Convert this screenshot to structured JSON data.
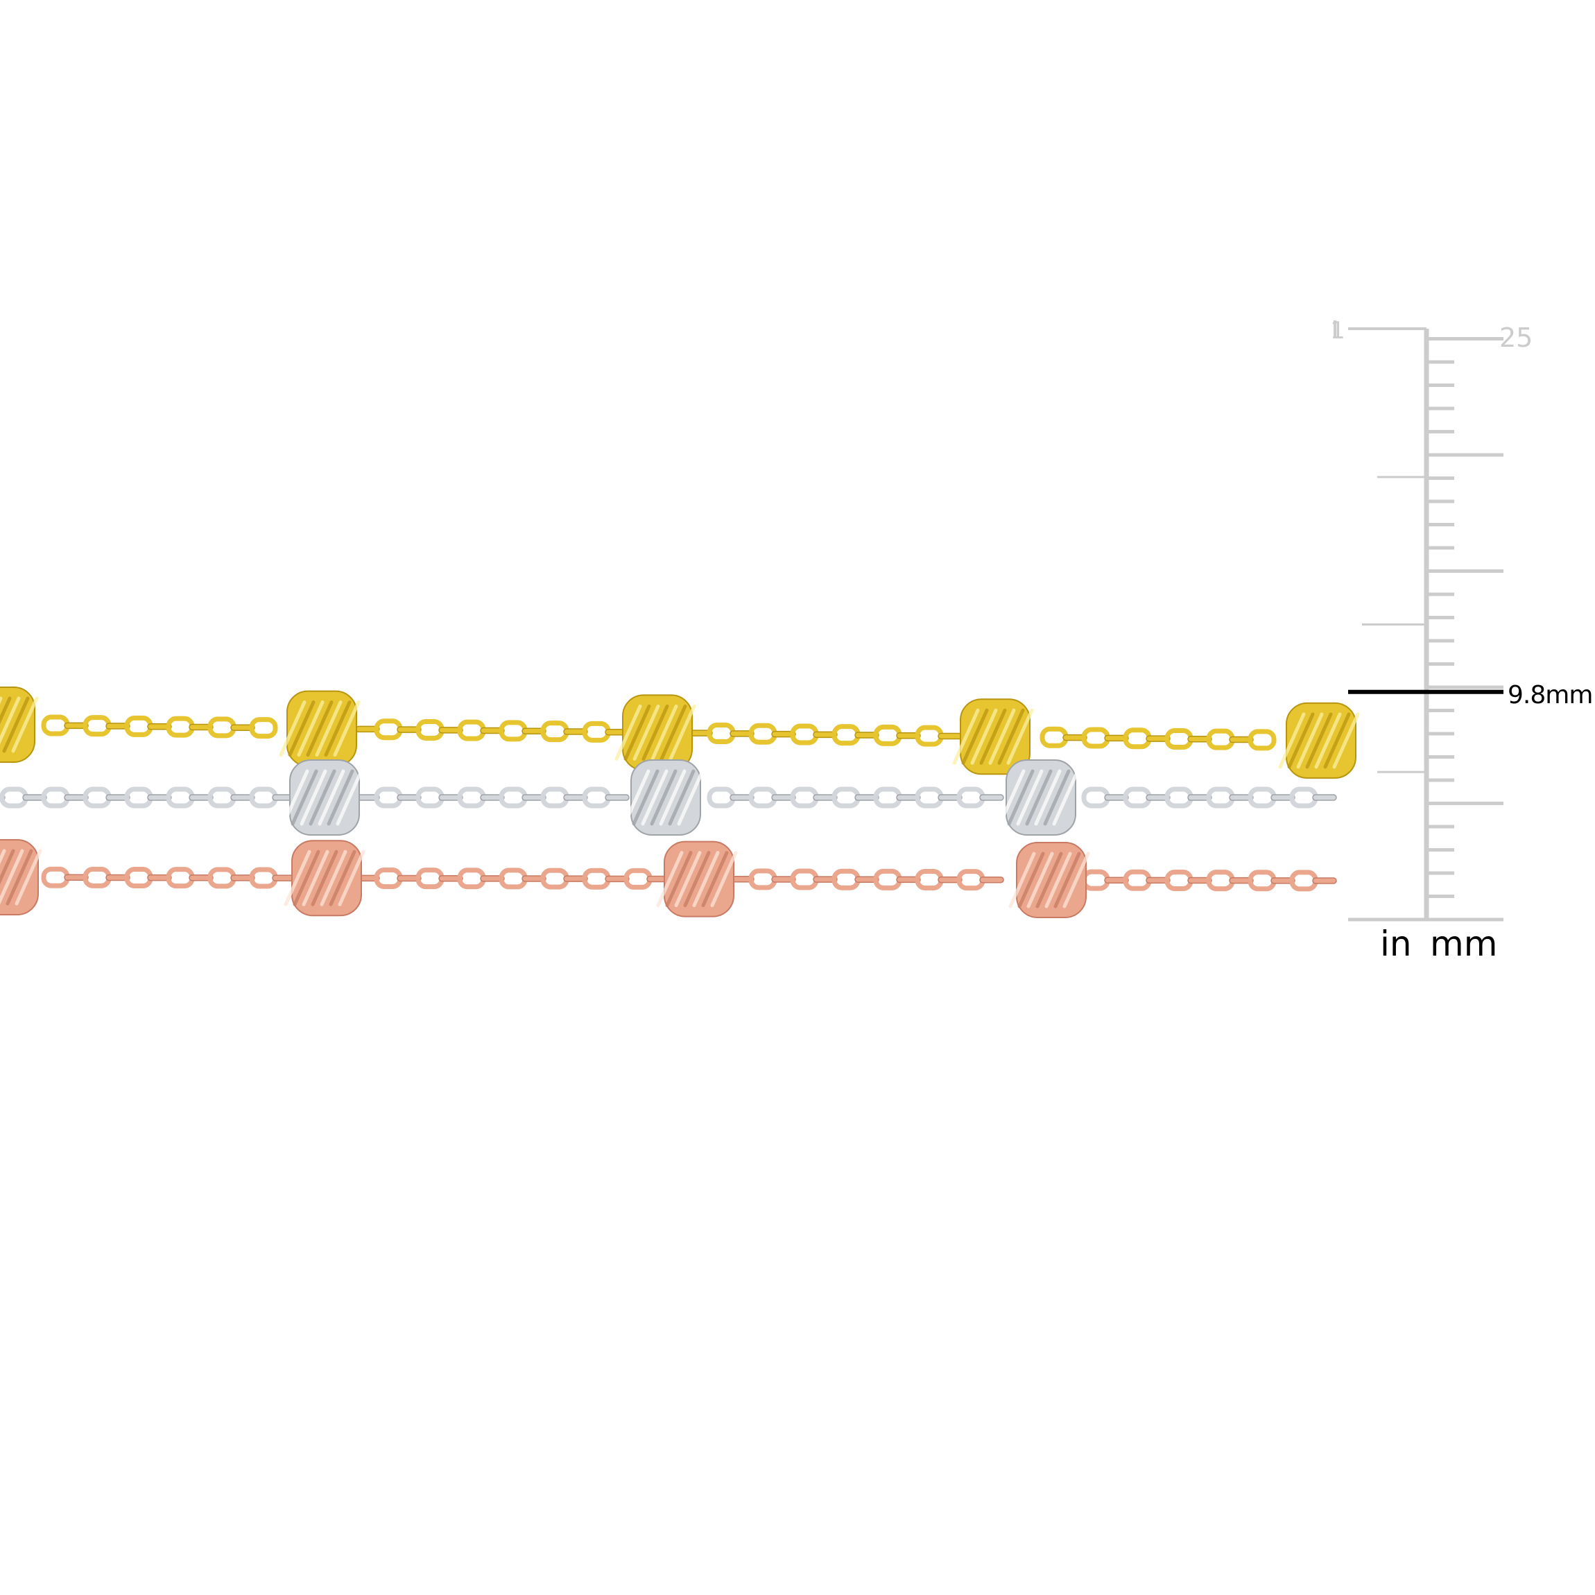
{
  "product": {
    "strands": [
      {
        "name": "yellow",
        "color": "#e6c531",
        "shade": "#b9950f",
        "highlight": "#fbf0a0"
      },
      {
        "name": "white",
        "color": "#d3d6da",
        "shade": "#9ea3a8",
        "highlight": "#ffffff"
      },
      {
        "name": "rose",
        "color": "#eaa78e",
        "shade": "#c87a62",
        "highlight": "#fde3d8"
      }
    ]
  },
  "ruler": {
    "inch_top_label": "1",
    "mm_top_label": "25",
    "measurement_label": "9.8mm",
    "measurement_value_mm": 9.8,
    "unit_in_label": "in",
    "unit_mm_label": "mm",
    "ruler_color": "#cccccc",
    "marker_color": "#000000"
  }
}
